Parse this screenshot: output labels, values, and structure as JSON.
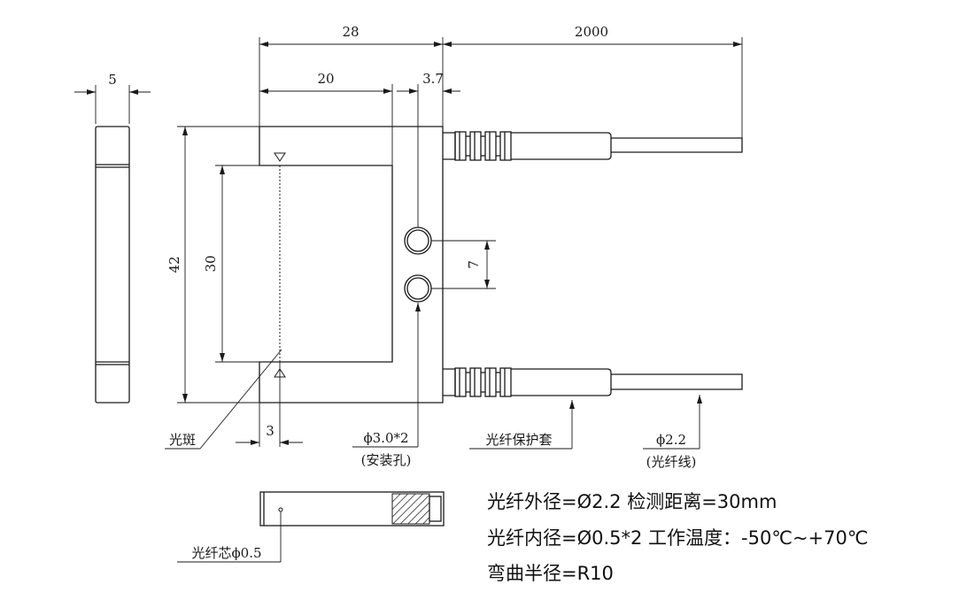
{
  "dimensions": {
    "side_width": "5",
    "total_width": "28",
    "cable_length": "2000",
    "slot_width": "20",
    "hole_offset": "3.7",
    "height": "42",
    "slot_height": "30",
    "hole_spacing": "7",
    "spot_offset": "3"
  },
  "labels": {
    "light_spot": "光斑",
    "mount_hole_size": "ϕ3.0*2",
    "mount_hole_name": "(安装孔)",
    "fiber_sleeve": "光纤保护套",
    "fiber_dia": "ϕ2.2",
    "fiber_name": "(光纤线)",
    "fiber_core": "光纤芯ϕ0.5"
  },
  "specs": {
    "line1": "光纤外径=Ø2.2   检测距离=30mm",
    "line2": "光纤内径=Ø0.5*2  工作温度：-50℃~+70℃",
    "line3": "弯曲半径=R10"
  }
}
